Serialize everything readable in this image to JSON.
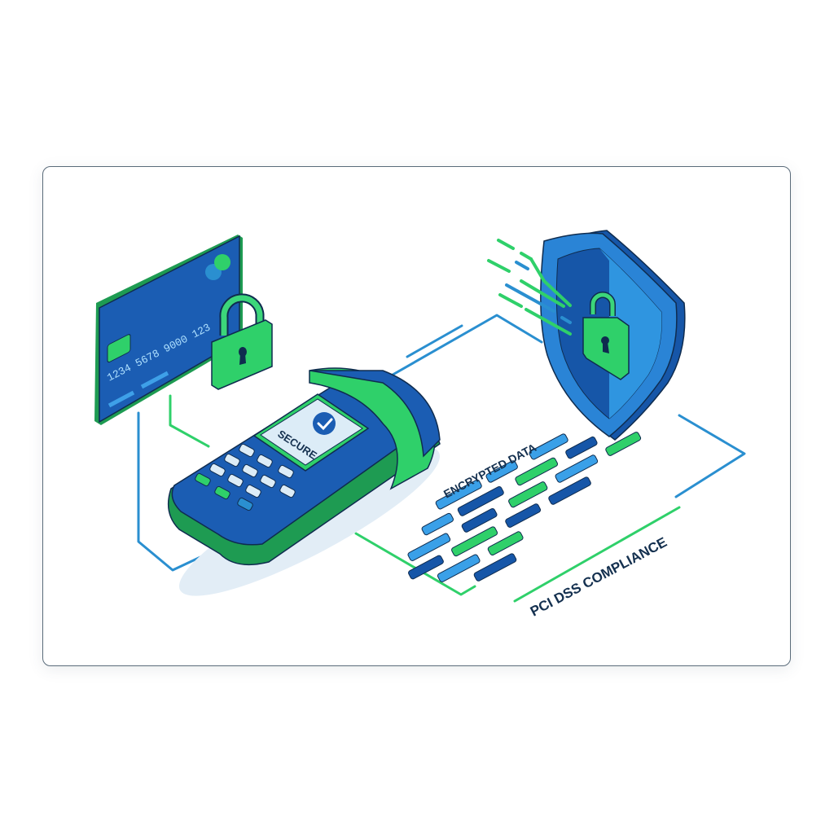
{
  "illustration": {
    "title": "PCI DSS secure payment illustration",
    "card": {
      "number_text": "1234 5678 9000 123",
      "icon": "credit-card-icon"
    },
    "terminal": {
      "screen_label": "SECURE",
      "screen_icon": "checkmark-icon"
    },
    "data_block": {
      "label": "ENCRYPTED DATA"
    },
    "compliance": {
      "label": "PCI DSS COMPLIANCE"
    },
    "shield": {
      "icon": "shield-lock-icon"
    },
    "colors": {
      "blue_dark": "#1656a8",
      "blue_mid": "#2a84d6",
      "blue_light": "#5bb3ea",
      "green": "#2fd06a",
      "outline": "#0f2c4f",
      "screen": "#dcecf7",
      "frame_border": "#5a6b7a"
    }
  }
}
